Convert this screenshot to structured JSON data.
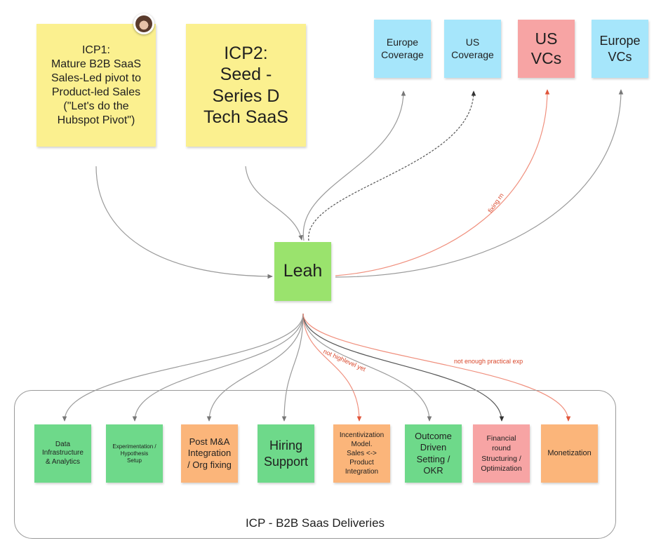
{
  "colors": {
    "yellow": "#fbf08f",
    "blue": "#a6e6fb",
    "red": "#f7a4a4",
    "green": "#9ae36d",
    "green_dark": "#6ed98a",
    "orange": "#fbb57a",
    "edge_gray": "#9a9a9a",
    "edge_dark": "#555555",
    "edge_red": "#f0907e"
  },
  "top_notes": {
    "icp1": "ICP1:\nMature B2B SaaS\nSales-Led pivot to\nProduct-led Sales\n(\"Let's do the\nHubspot Pivot\")",
    "icp2": "ICP2:\nSeed -\nSeries D\nTech SaaS",
    "europe_coverage": "Europe\nCoverage",
    "us_coverage": "US\nCoverage",
    "us_vcs": "US\nVCs",
    "europe_vcs": "Europe\nVCs"
  },
  "center_note": "Leah",
  "deliveries": [
    {
      "id": "data-infrastructure",
      "text": "Data\nInfrastructure\n& Analytics"
    },
    {
      "id": "experimentation",
      "text": "Experimentation /\nHypothesis\nSetup"
    },
    {
      "id": "post-ma",
      "text": "Post M&A\nIntegration\n/ Org fixing"
    },
    {
      "id": "hiring",
      "text": "Hiring\nSupport"
    },
    {
      "id": "incentivization",
      "text": "Incentivization\nModel.\nSales <->\nProduct\nIntegration"
    },
    {
      "id": "outcome",
      "text": "Outcome\nDriven\nSetting /\nOKR"
    },
    {
      "id": "financial",
      "text": "Financial\nround\nStructuring /\nOptimization"
    },
    {
      "id": "monetization",
      "text": "Monetization"
    }
  ],
  "edge_labels": {
    "fixing": "fixing rn",
    "not_high_level": "not highlevel yet",
    "not_enough_exp": "not enough practical exp"
  },
  "group_label": "ICP - B2B Saas Deliveries"
}
